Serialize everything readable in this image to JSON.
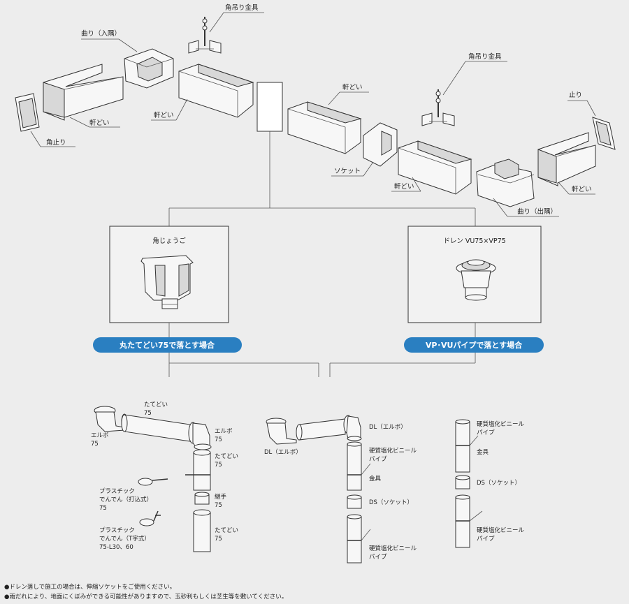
{
  "top": {
    "kado_tsuri_left": "角吊り金具",
    "magari_irisumi": "曲り（入隅）",
    "kadodome": "角止り",
    "noki_1": "軒どい",
    "noki_2": "軒どい",
    "noki_3": "軒どい",
    "kado_tsuri_right": "角吊り金具",
    "tomari": "止り",
    "socket": "ソケット",
    "noki_4": "軒どい",
    "noki_5": "軒どい",
    "magari_desumi": "曲り（出隅）"
  },
  "boxes": {
    "left_title": "角じょうご",
    "right_title": "ドレン VU75×VP75"
  },
  "pills": {
    "left": "丸たてどい75で落とす場合",
    "right": "VP･VUパイプで落とす場合"
  },
  "col1": {
    "tatedoi_a1": "たてどい",
    "tatedoi_a2": "75",
    "elbow_l1": "エルボ",
    "elbow_l2": "75",
    "elbow_r1": "エルボ",
    "elbow_r2": "75",
    "tatedoi_b1": "たてどい",
    "tatedoi_b2": "75",
    "plastic_a1": "プラスチック",
    "plastic_a2": "でんでん（打込式）",
    "plastic_a3": "75",
    "tsugite1": "継手",
    "tsugite2": "75",
    "plastic_b1": "プラスチック",
    "plastic_b2": "でんでん（T字式）",
    "plastic_b3": "75-L30、60",
    "tatedoi_c1": "たてどい",
    "tatedoi_c2": "75"
  },
  "col2": {
    "dl_left": "DL（エルボ）",
    "dl_right": "DL（エルボ）",
    "pvc_a1": "硬質塩化ビニール",
    "pvc_a2": "パイプ",
    "kanagu": "金具",
    "ds": "DS（ソケット）",
    "pvc_b1": "硬質塩化ビニール",
    "pvc_b2": "パイプ"
  },
  "col3": {
    "pvc_a1": "硬質塩化ビニール",
    "pvc_a2": "パイプ",
    "kanagu": "金具",
    "ds": "DS（ソケット）",
    "pvc_b1": "硬質塩化ビニール",
    "pvc_b2": "パイプ"
  },
  "notes": {
    "n1": "●ドレン落しで施工の場合は、伸縮ソケットをご使用ください。",
    "n2": "●雨だれにより、地面にくぼみができる可能性がありますので、玉砂利もしくは芝生等を敷いてください。"
  },
  "colors": {
    "accent_pill": "#2a7fc1",
    "background": "#ededed"
  }
}
